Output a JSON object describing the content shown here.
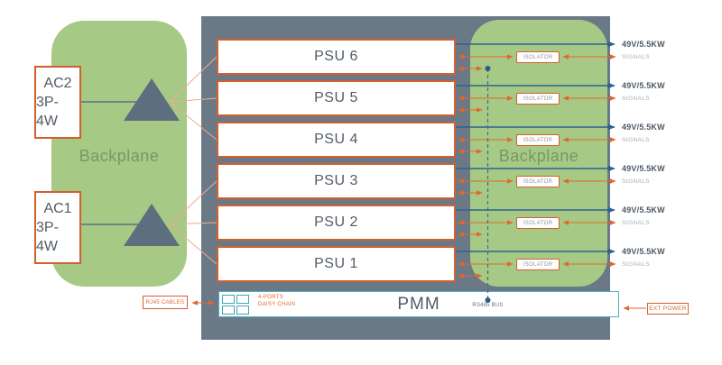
{
  "colors": {
    "chassis_gray": "#6b7987",
    "backplane_green": "#a6ca85",
    "triangle_slate": "#5d6e7e",
    "accent_orange": "#d2602f",
    "line_orange": "#e2662c",
    "fan_salmon": "#eeac90",
    "power_blue": "#2d6292",
    "bus_teal": "#3f6f7d",
    "dot_blue": "#2b5d8a",
    "pmm_teal": "#52b0c0",
    "port_teal": "#3da7ba",
    "text_dark": "#515c68",
    "text_light": "#a6adb4"
  },
  "left_section": {
    "backplane_label": "Backplane",
    "ac_inputs": [
      {
        "name": "AC2",
        "type": "3P-4W"
      },
      {
        "name": "AC1",
        "type": "3P-4W"
      }
    ]
  },
  "psus": [
    {
      "label": "PSU 6"
    },
    {
      "label": "PSU 5"
    },
    {
      "label": "PSU 4"
    },
    {
      "label": "PSU 3"
    },
    {
      "label": "PSU 2"
    },
    {
      "label": "PSU 1"
    }
  ],
  "right_section": {
    "backplane_label": "Backplane",
    "rows": [
      {
        "power": "49V/5.5KW",
        "isolator": "ISOLATOR",
        "signals": "SIGNALS"
      },
      {
        "power": "49V/5.5KW",
        "isolator": "ISOLATOR",
        "signals": "SIGNALS"
      },
      {
        "power": "49V/5.5KW",
        "isolator": "ISOLATOR",
        "signals": "SIGNALS"
      },
      {
        "power": "49V/5.5KW",
        "isolator": "ISOLATOR",
        "signals": "SIGNALS"
      },
      {
        "power": "49V/5.5KW",
        "isolator": "ISOLATOR",
        "signals": "SIGNALS"
      },
      {
        "power": "49V/5.5KW",
        "isolator": "ISOLATOR",
        "signals": "SIGNALS"
      }
    ]
  },
  "pmm": {
    "label": "PMM",
    "rs485_label": "RS485 BUS",
    "ports_line1": "4-PORTS",
    "ports_line2": "DAISY CHAIN",
    "rj45_label": "RJ45 CABLES",
    "ext_power_label": "EXT POWER"
  }
}
